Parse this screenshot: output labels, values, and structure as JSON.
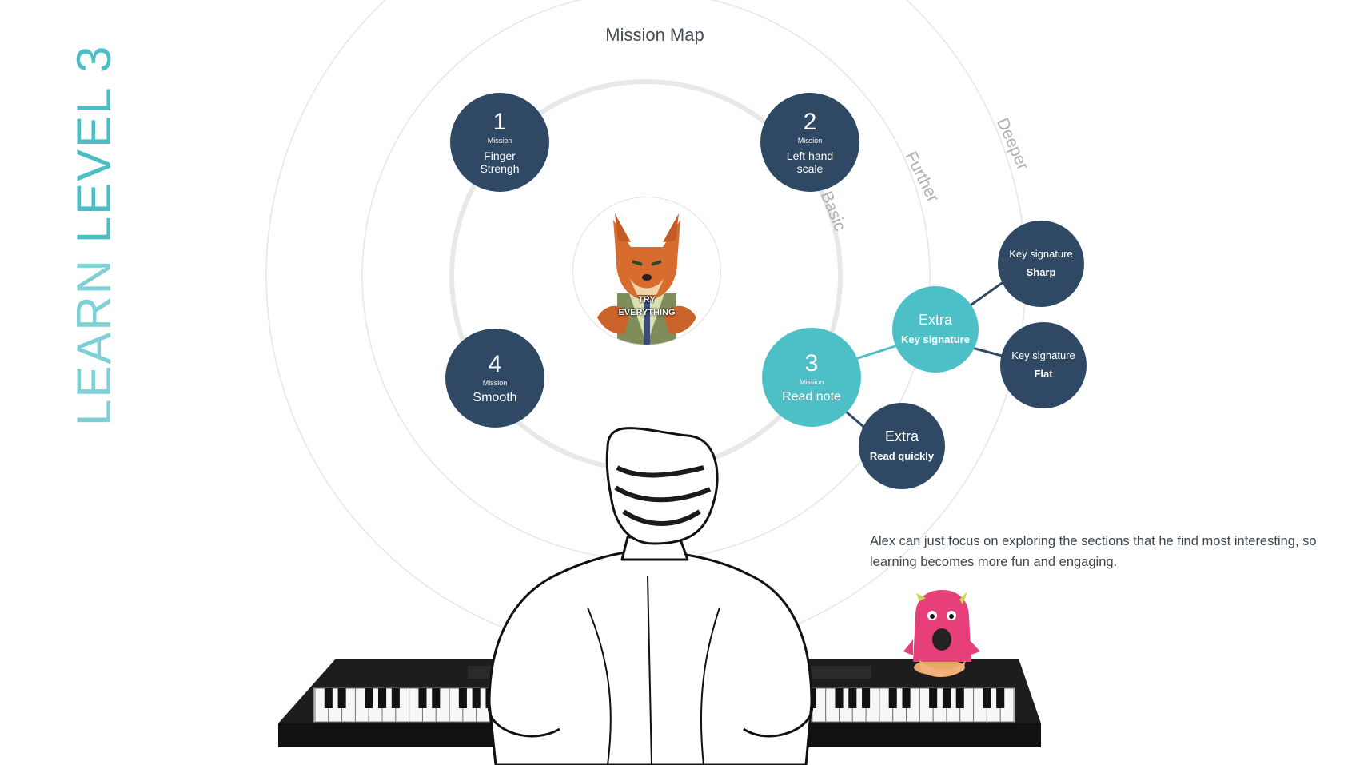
{
  "page": {
    "title_light": "LEARN",
    "title_bold": "LEVEL 3",
    "map_title": "Mission Map",
    "accent_color": "#4cbec6",
    "node_dark_color": "#2f4863"
  },
  "rings": [
    {
      "label": "Basic"
    },
    {
      "label": "Further"
    },
    {
      "label": "Deeper"
    }
  ],
  "center": {
    "text_line1": "TRY",
    "text_line2": "EVERYTHING",
    "icon": "fox-character-avatar"
  },
  "missions": [
    {
      "number": "1",
      "sub": "Mission",
      "label": "Finger Strengh"
    },
    {
      "number": "2",
      "sub": "Mission",
      "label": "Left hand scale"
    },
    {
      "number": "3",
      "sub": "Mission",
      "label": "Read note"
    },
    {
      "number": "4",
      "sub": "Mission",
      "label": "Smooth"
    }
  ],
  "extras": {
    "key_signature": {
      "title": "Extra",
      "label": "Key signature"
    },
    "read_quickly": {
      "title": "Extra",
      "label": "Read quickly"
    },
    "sharp": {
      "title": "Key signature",
      "label": "Sharp"
    },
    "flat": {
      "title": "Key signature",
      "label": "Flat"
    }
  },
  "caption": "Alex can just focus on exploring the sections that he find most interesting, so learning becomes more fun and engaging.",
  "illustrations": [
    "pianist-sketch",
    "keyboard-piano",
    "pink-monster-mascot"
  ]
}
